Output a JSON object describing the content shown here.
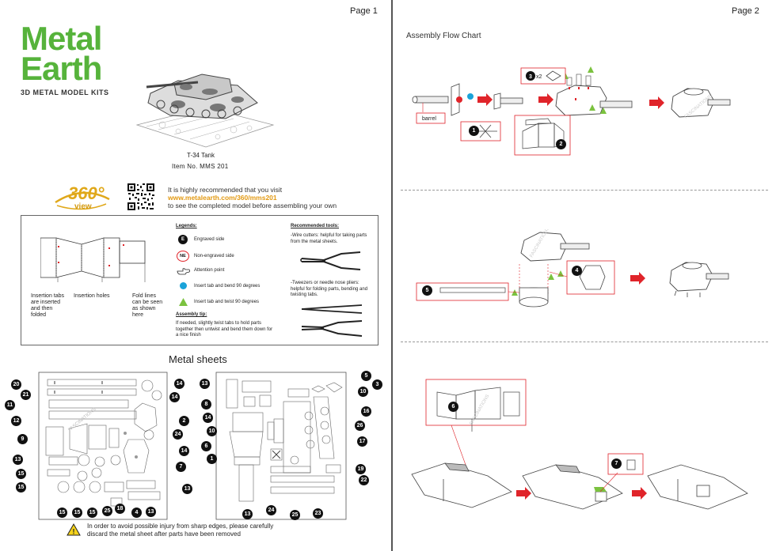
{
  "pages": {
    "left": "Page 1",
    "right": "Page 2"
  },
  "logo": {
    "line1": "Metal",
    "line2": "Earth",
    "subtitle": "3D METAL MODEL KITS",
    "color": "#56b33b"
  },
  "product": {
    "name": "T-34 Tank",
    "item": "Item  No.  MMS 201"
  },
  "view360": {
    "number": "360°",
    "label": "view",
    "color": "#e0a81a"
  },
  "visit": {
    "line1": "It is highly recommended that you visit",
    "url": "www.metalearth.com/360/mms201",
    "line3": "to see the completed model before assembling your own"
  },
  "illustration_labels": {
    "insertion_tabs": "Insertion tabs are inserted and then folded",
    "insertion_holes": "Insertion holes",
    "fold_lines": "Fold lines can be seen as shown here"
  },
  "legends": {
    "title": "Legends:",
    "engraved": "Engraved side",
    "engraved_mark": "E",
    "non_engraved": "Non-engraved side",
    "non_engraved_mark": "NE",
    "attention": "Attention point",
    "tab_bend": "Insert tab and bend 90 degrees",
    "tab_twist": "Insert tab and twist 90 degrees"
  },
  "assembly_tip": {
    "title": "Assembly tip:",
    "text": "If needed, slightly twist tabs to hold parts together then untwist and bend them down for a nice finish"
  },
  "tools": {
    "title": "Recommended tools:",
    "wire_cutters": "-Wire cutters: helpful for taking parts from the metal sheets.",
    "tweezers": "-Tweezers or needle nose pliers: helpful for folding parts, bending and twisting tabs."
  },
  "sheets": {
    "title": "Metal sheets",
    "left_callouts": [
      "20",
      "14",
      "21",
      "14",
      "11",
      "12",
      "2",
      "9",
      "24",
      "14",
      "13",
      "7",
      "15",
      "15",
      "13",
      "15",
      "15",
      "15",
      "25",
      "18",
      "4",
      "13"
    ],
    "right_callouts": [
      "5",
      "3",
      "13",
      "10",
      "8",
      "16",
      "14",
      "10",
      "26",
      "6",
      "17",
      "1",
      "19",
      "22",
      "13",
      "24",
      "25",
      "23"
    ]
  },
  "warning": {
    "line1": "In order to avoid possible injury from sharp edges, please carefully",
    "line2": "discard the metal sheet after parts have been removed"
  },
  "flow": {
    "title": "Assembly Flow Chart",
    "barrel_label": "barrel",
    "multiplier": "x2",
    "steps": [
      "1",
      "2",
      "3",
      "4",
      "5",
      "6",
      "7"
    ],
    "watermark": "FASCINATIONS",
    "arrow_color": "#e0242a",
    "bend_color": "#1aa3d9",
    "twist_color": "#7bc23f"
  }
}
